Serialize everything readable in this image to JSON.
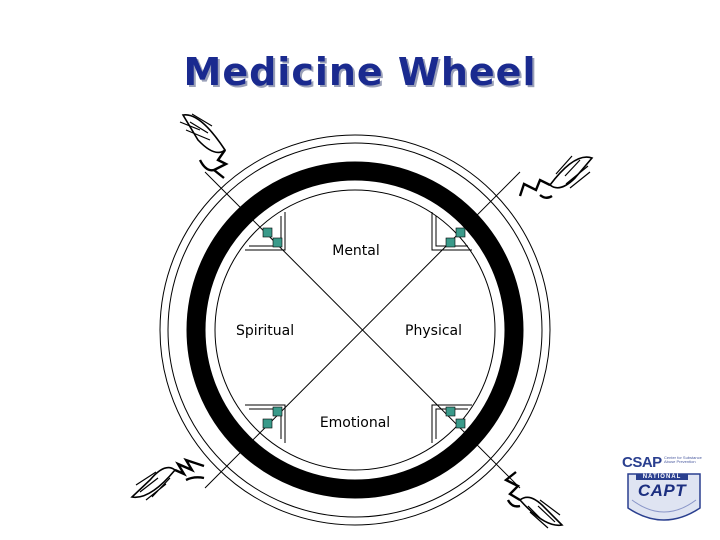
{
  "title": "Medicine Wheel",
  "quadrants": {
    "top": "Mental",
    "left": "Spiritual",
    "right": "Physical",
    "bottom": "Emotional"
  },
  "logo": {
    "csap": "CSAP",
    "csap_sub": "Center for Substance Abuse Prevention",
    "national": "NATIONAL",
    "capt": "CAPT"
  },
  "colors": {
    "title": "#1a2a8f",
    "ring": "#000000",
    "corner_accent": "#3a9a8a",
    "logo": "#2a3f8f"
  }
}
